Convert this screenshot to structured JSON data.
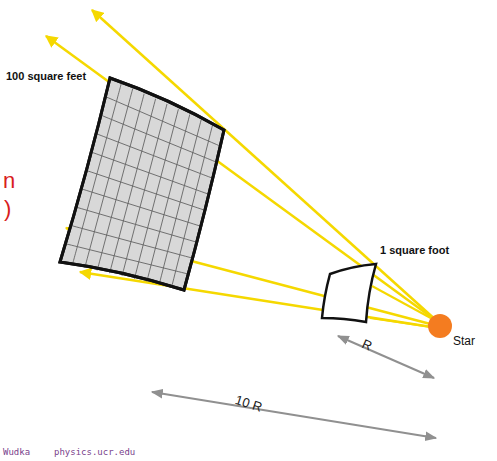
{
  "diagram": {
    "nodes": [
      {
        "text": [
          "100 square feet"
        ]
      },
      {
        "text": [
          "1 square foot"
        ]
      },
      {
        "text": [
          "Star"
        ]
      }
    ],
    "labels": [
      "10 R",
      "R",
      "n",
      ")",
      "Wudka",
      "physics.ucr.edu"
    ]
  }
}
